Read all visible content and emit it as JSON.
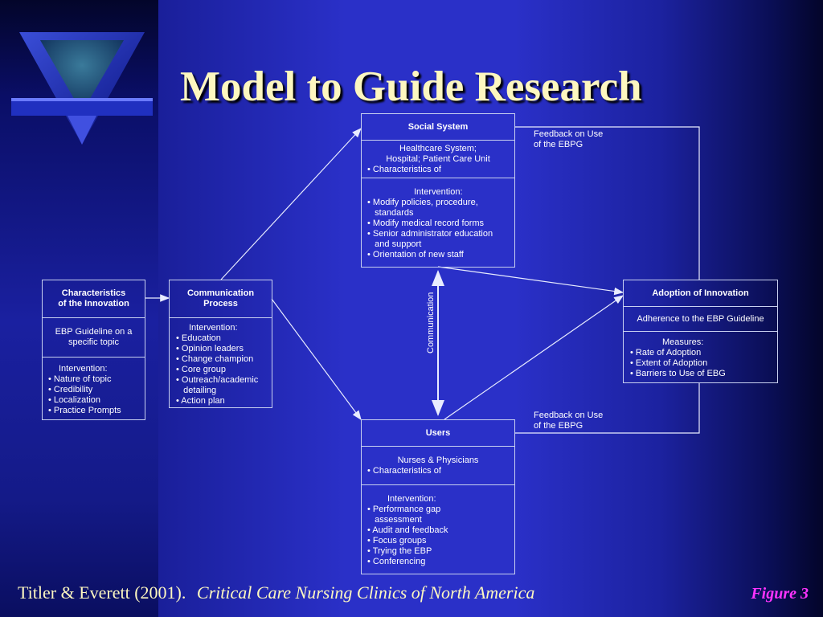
{
  "title": "Model to Guide Research",
  "characteristics": {
    "header": [
      "Characteristics",
      "of the Innovation"
    ],
    "topic": [
      "EBP Guideline on a",
      "specific topic"
    ],
    "intervention_title": "Intervention:",
    "items": [
      "• Nature of topic",
      "• Credibility",
      "• Localization",
      "• Practice Prompts"
    ]
  },
  "communication": {
    "header": [
      "Communication",
      "Process"
    ],
    "intervention_title": "Intervention:",
    "items": [
      "• Education",
      "• Opinion leaders",
      "• Change champion",
      "• Core group",
      "• Outreach/academic",
      "   detailing",
      "• Action plan"
    ]
  },
  "social": {
    "header": "Social System",
    "lines": [
      "Healthcare System;",
      "Hospital; Patient Care Unit"
    ],
    "bullet": "• Characteristics of",
    "intervention_title": "Intervention:",
    "items": [
      "• Modify policies, procedure,",
      "   standards",
      "• Modify medical record forms",
      "• Senior administrator education",
      "   and support",
      "• Orientation of new staff"
    ]
  },
  "users": {
    "header": "Users",
    "line": "Nurses & Physicians",
    "bullet": "• Characteristics of",
    "intervention_title": "Intervention:",
    "items": [
      "• Performance gap",
      "   assessment",
      "• Audit and feedback",
      "• Focus groups",
      "• Trying the EBP",
      "• Conferencing"
    ]
  },
  "adoption": {
    "header": "Adoption of Innovation",
    "adherence": "Adherence to the EBP Guideline",
    "measures_title": "Measures:",
    "items": [
      "• Rate of Adoption",
      "• Extent of Adoption",
      "• Barriers to Use of EBG"
    ]
  },
  "feedback_top": [
    "Feedback on Use",
    "of the EBPG"
  ],
  "feedback_bottom": [
    "Feedback on Use",
    "of the EBPG"
  ],
  "communication_vertical": "Communication",
  "footer": {
    "authors": "Titler & Everett (2001).",
    "journal": "Critical Care Nursing Clinics of North America",
    "figure": "Figure 3"
  },
  "colors": {
    "title": "#fdf7c0",
    "figure": "#ff33ff",
    "lines": "#e8ecff"
  }
}
